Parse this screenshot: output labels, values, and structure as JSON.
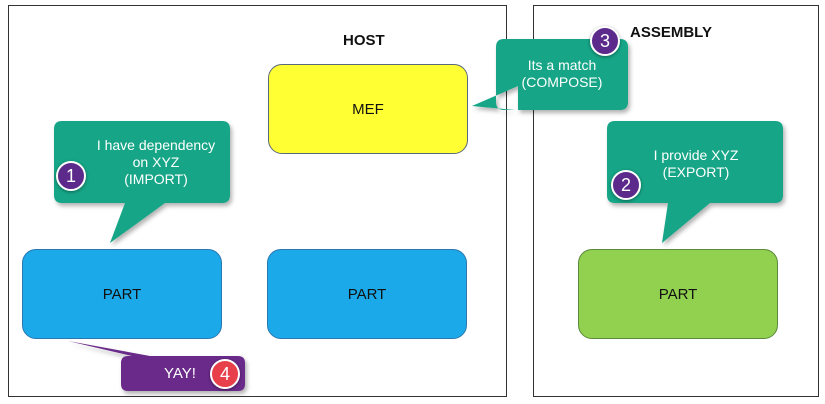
{
  "containers": {
    "host_title": "HOST",
    "assembly_title": "ASSEMBLY"
  },
  "boxes": {
    "mef": "MEF",
    "part_left": "PART",
    "part_middle": "PART",
    "part_assembly": "PART"
  },
  "callouts": {
    "import": {
      "line1": "I have dependency",
      "line2": "on XYZ",
      "line3": "(IMPORT)",
      "badge": "1"
    },
    "export": {
      "line1": "I provide XYZ",
      "line2": "(EXPORT)",
      "badge": "2"
    },
    "compose": {
      "line1": "Its a match",
      "line2": "(COMPOSE)",
      "badge": "3"
    },
    "yay": {
      "text": "YAY!",
      "badge": "4"
    }
  },
  "colors": {
    "callout_teal": "#13a586",
    "callout_purple": "#6a2a8a",
    "part_blue": "#1ba9ea",
    "mef_yellow": "#ffff33",
    "part_green": "#92d050",
    "badge_purple": "#5b2a8a",
    "badge_red": "#e8404a"
  }
}
